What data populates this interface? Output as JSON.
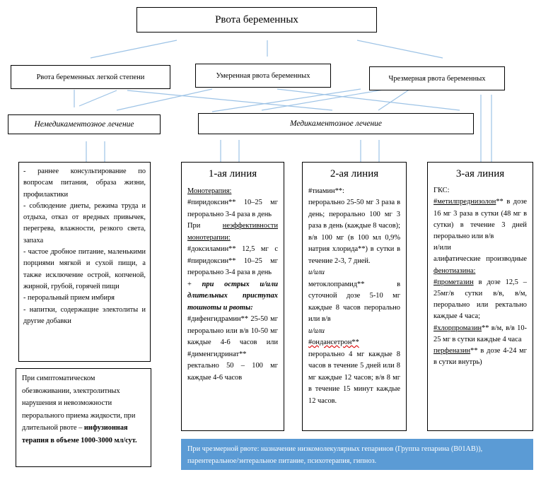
{
  "title": "Рвота беременных",
  "severity": {
    "mild": "Рвота беременных легкой степени",
    "moderate": "Умеренная рвота беременных",
    "severe": "Чрезмерная рвота беременных"
  },
  "treatment": {
    "non_drug": "Немедикаментозное лечение",
    "drug": "Медикаментозное лечение"
  },
  "non_drug_items": [
    "- раннее консультирование по вопросам питания, образа жизни, профилактики",
    "- соблюдение диеты, режима труда и отдыха, отказ от вредных привычек, перегрева, влажности, резкого света, запаха",
    "- частое дробное питание, маленькими порциями мягкой и сухой пищи, а также исключение острой, копченой, жирной, грубой, горячей пищи",
    "- пероральный прием имбиря",
    "- напитки, содержащие электолиты и другие добавки"
  ],
  "infusion": {
    "text": "При симптоматическом обезвоживании, электролитных нарушения и невозможности перорального приема жидкости, при длительной рвоте – ",
    "bold": "инфузионная терапия в объеме 1000-3000 мл/сут."
  },
  "line1": {
    "title": "1-ая линия",
    "mono_label": "Монотерапия:",
    "p1": "#пиридоксин** 10–25 мг перорально 3-4 раза в день",
    "p2a": "При ",
    "p2b": "неэффективности монотерапии:",
    "p3": "#доксиламин** 12,5 мг с #пиридоксин** 10–25 мг перорально 3-4 раза в день",
    "p4a": "+ ",
    "p4b": "при острых и/или длительных приступах тошноты и рвоты:",
    "p5": "#дифенгидрамин** 25-50 мг перорально или в/в 10-50 мг каждые 4-6 часов или #дименгидринат** ректально 50 – 100 мг каждые 4-6 часов"
  },
  "line2": {
    "title": "2-ая линия",
    "p1": "#тиамин**:",
    "p2": "перорально 25-50 мг 3 раза в день; перорально 100 мг 3 раза в день (каждые 8 часов); в/в 100 мг (в 100 мл 0,9% натрия хлорида**) в сутки в течение 2-3, 7 дней.",
    "or1": "и/или",
    "p3": "метоклопрамид** в суточной дозе 5-10 мг каждые 8 часов перорально или в/в",
    "or2": "и/или",
    "p4": "#ондансетрон**",
    "p5": "перорально 4 мг каждые 8 часов в течение 5 дней или 8 мг каждые 12 часов; в/в 8 мг в течение 15 минут каждые 12 часов."
  },
  "line3": {
    "title": "3-ая линия",
    "p1": "ГКС:",
    "p2a": "#метилпреднизолон",
    "p2b": "** в дозе 16 мг 3 раза в сутки (48 мг в сутки) в течение 3 дней перорально или в/в",
    "p3": "и/или",
    "p4a": "алифатические производные ",
    "p4b": "фенотиазина:",
    "p5a": "#прометазин",
    "p5b": " в дозе 12,5 – 25мг/в сутки в/в, в/м, перорально или ректально каждые 4 часа;",
    "p6a": "#хлорпромазин",
    "p6b": "** в/м, в/в 10-25 мг в сутки каждые 4 часа",
    "p7a": "перфеназин",
    "p7b": "** в дозе 4-24 мг в сутки внутрь)"
  },
  "bottom_note": "При чрезмерной рвоте: назначение низкомолекулярных гепаринов (Группа гепарина (B01AB)), парентеральное/энтеральное питание, психотерапия, гипноз.",
  "colors": {
    "connector": "#9dc3e6",
    "note_bg": "#5b9bd5",
    "note_text": "#ffffff"
  }
}
